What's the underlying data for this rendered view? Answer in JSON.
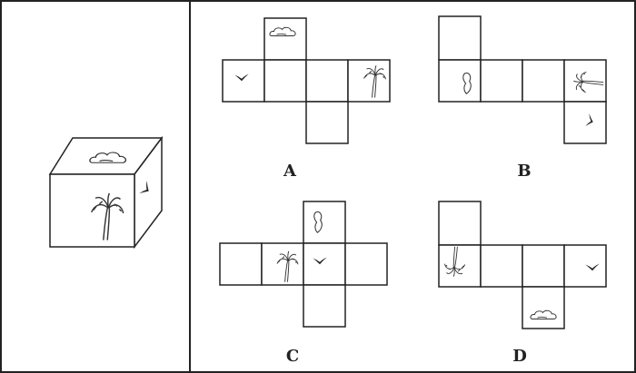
{
  "options": [
    {
      "id": "A",
      "label": "A"
    },
    {
      "id": "B",
      "label": "B"
    },
    {
      "id": "C",
      "label": "C"
    },
    {
      "id": "D",
      "label": "D"
    }
  ],
  "icons": [
    "cloud-icon",
    "bird-icon",
    "palm-tree-icon",
    "island-icon"
  ],
  "colors": {
    "line": "#222222",
    "background": "#ffffff"
  }
}
